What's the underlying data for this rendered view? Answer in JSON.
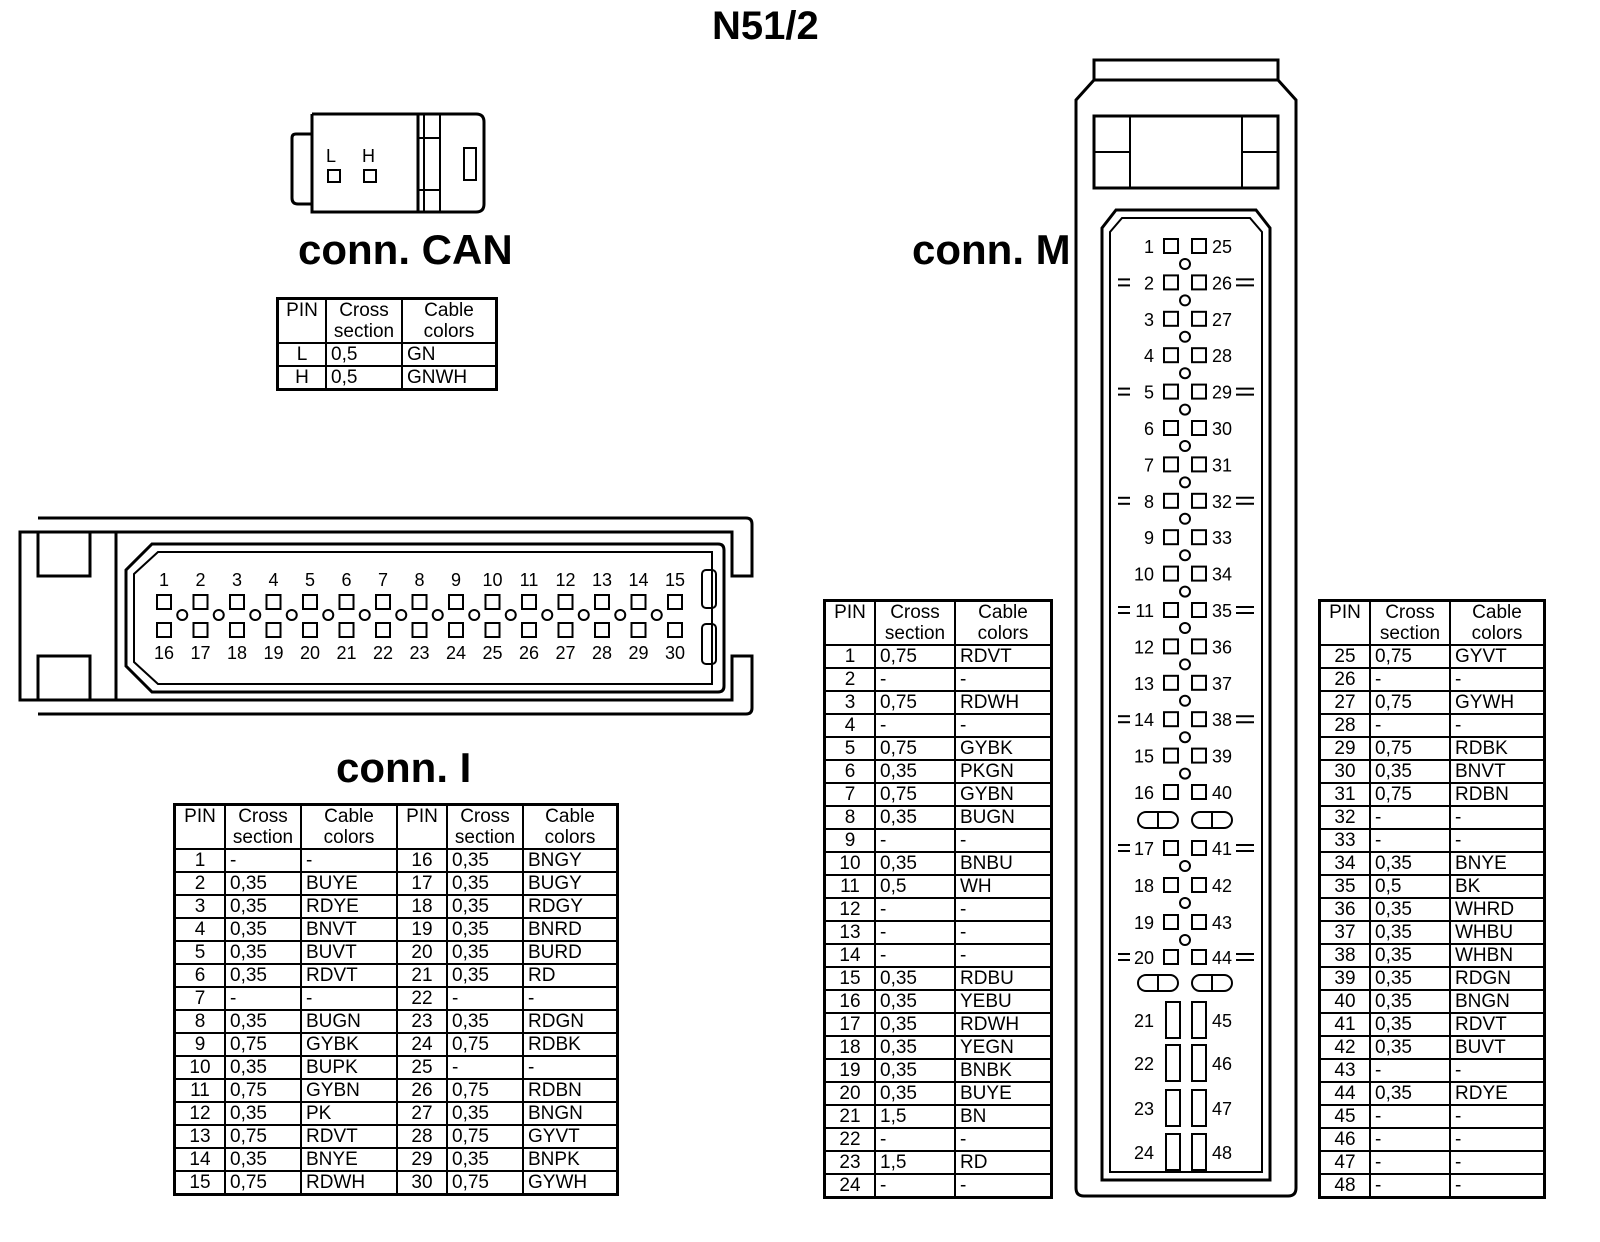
{
  "title": "N51/2",
  "can": {
    "label": "conn. CAN",
    "pin_labels": [
      "L",
      "H"
    ],
    "headers": [
      "PIN",
      "Cross section",
      "Cable colors"
    ],
    "rows": [
      [
        "L",
        "0,5",
        "GN"
      ],
      [
        "H",
        "0,5",
        "GNWH"
      ]
    ]
  },
  "conn_i": {
    "label": "conn. I",
    "top_pins": [
      "1",
      "2",
      "3",
      "4",
      "5",
      "6",
      "7",
      "8",
      "9",
      "10",
      "11",
      "12",
      "13",
      "14",
      "15"
    ],
    "bottom_pins": [
      "16",
      "17",
      "18",
      "19",
      "20",
      "21",
      "22",
      "23",
      "24",
      "25",
      "26",
      "27",
      "28",
      "29",
      "30"
    ],
    "headers": [
      "PIN",
      "Cross section",
      "Cable colors",
      "PIN",
      "Cross section",
      "Cable colors"
    ],
    "rows": [
      [
        "1",
        "-",
        "-",
        "16",
        "0,35",
        "BNGY"
      ],
      [
        "2",
        "0,35",
        "BUYE",
        "17",
        "0,35",
        "BUGY"
      ],
      [
        "3",
        "0,35",
        "RDYE",
        "18",
        "0,35",
        "RDGY"
      ],
      [
        "4",
        "0,35",
        "BNVT",
        "19",
        "0,35",
        "BNRD"
      ],
      [
        "5",
        "0,35",
        "BUVT",
        "20",
        "0,35",
        "BURD"
      ],
      [
        "6",
        "0,35",
        "RDVT",
        "21",
        "0,35",
        "RD"
      ],
      [
        "7",
        "-",
        "-",
        "22",
        "-",
        "-"
      ],
      [
        "8",
        "0,35",
        "BUGN",
        "23",
        "0,35",
        "RDGN"
      ],
      [
        "9",
        "0,75",
        "GYBK",
        "24",
        "0,75",
        "RDBK"
      ],
      [
        "10",
        "0,35",
        "BUPK",
        "25",
        "-",
        "-"
      ],
      [
        "11",
        "0,75",
        "GYBN",
        "26",
        "0,75",
        "RDBN"
      ],
      [
        "12",
        "0,35",
        "PK",
        "27",
        "0,35",
        "BNGN"
      ],
      [
        "13",
        "0,75",
        "RDVT",
        "28",
        "0,75",
        "GYVT"
      ],
      [
        "14",
        "0,35",
        "BNYE",
        "29",
        "0,35",
        "BNPK"
      ],
      [
        "15",
        "0,75",
        "RDWH",
        "30",
        "0,75",
        "GYWH"
      ]
    ]
  },
  "conn_m": {
    "label": "conn. M",
    "left_pins": [
      "1",
      "2",
      "3",
      "4",
      "5",
      "6",
      "7",
      "8",
      "9",
      "10",
      "11",
      "12",
      "13",
      "14",
      "15",
      "16",
      "17",
      "18",
      "19",
      "20",
      "21",
      "22",
      "23",
      "24"
    ],
    "right_pins": [
      "25",
      "26",
      "27",
      "28",
      "29",
      "30",
      "31",
      "32",
      "33",
      "34",
      "35",
      "36",
      "37",
      "38",
      "39",
      "40",
      "41",
      "42",
      "43",
      "44",
      "45",
      "46",
      "47",
      "48"
    ],
    "headers": [
      "PIN",
      "Cross section",
      "Cable colors"
    ],
    "rows_left": [
      [
        "1",
        "0,75",
        "RDVT"
      ],
      [
        "2",
        "-",
        "-"
      ],
      [
        "3",
        "0,75",
        "RDWH"
      ],
      [
        "4",
        "-",
        "-"
      ],
      [
        "5",
        "0,75",
        "GYBK"
      ],
      [
        "6",
        "0,35",
        "PKGN"
      ],
      [
        "7",
        "0,75",
        "GYBN"
      ],
      [
        "8",
        "0,35",
        "BUGN"
      ],
      [
        "9",
        "-",
        "-"
      ],
      [
        "10",
        "0,35",
        "BNBU"
      ],
      [
        "11",
        "0,5",
        "WH"
      ],
      [
        "12",
        "-",
        "-"
      ],
      [
        "13",
        "-",
        "-"
      ],
      [
        "14",
        "-",
        "-"
      ],
      [
        "15",
        "0,35",
        "RDBU"
      ],
      [
        "16",
        "0,35",
        "YEBU"
      ],
      [
        "17",
        "0,35",
        "RDWH"
      ],
      [
        "18",
        "0,35",
        "YEGN"
      ],
      [
        "19",
        "0,35",
        "BNBK"
      ],
      [
        "20",
        "0,35",
        "BUYE"
      ],
      [
        "21",
        "1,5",
        "BN"
      ],
      [
        "22",
        "-",
        "-"
      ],
      [
        "23",
        "1,5",
        "RD"
      ],
      [
        "24",
        "-",
        "-"
      ]
    ],
    "rows_right": [
      [
        "25",
        "0,75",
        "GYVT"
      ],
      [
        "26",
        "-",
        "-"
      ],
      [
        "27",
        "0,75",
        "GYWH"
      ],
      [
        "28",
        "-",
        "-"
      ],
      [
        "29",
        "0,75",
        "RDBK"
      ],
      [
        "30",
        "0,35",
        "BNVT"
      ],
      [
        "31",
        "0,75",
        "RDBN"
      ],
      [
        "32",
        "-",
        "-"
      ],
      [
        "33",
        "-",
        "-"
      ],
      [
        "34",
        "0,35",
        "BNYE"
      ],
      [
        "35",
        "0,5",
        "BK"
      ],
      [
        "36",
        "0,35",
        "WHRD"
      ],
      [
        "37",
        "0,35",
        "WHBU"
      ],
      [
        "38",
        "0,35",
        "WHBN"
      ],
      [
        "39",
        "0,35",
        "RDGN"
      ],
      [
        "40",
        "0,35",
        "BNGN"
      ],
      [
        "41",
        "0,35",
        "RDVT"
      ],
      [
        "42",
        "0,35",
        "BUVT"
      ],
      [
        "43",
        "-",
        "-"
      ],
      [
        "44",
        "0,35",
        "RDYE"
      ],
      [
        "45",
        "-",
        "-"
      ],
      [
        "46",
        "-",
        "-"
      ],
      [
        "47",
        "-",
        "-"
      ],
      [
        "48",
        "-",
        "-"
      ]
    ]
  }
}
